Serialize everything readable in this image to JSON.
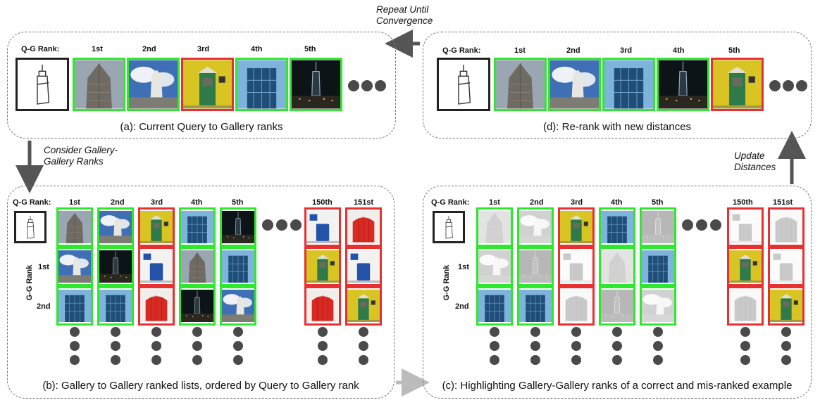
{
  "panel_a": {
    "qg_label": "Q-G Rank:",
    "ranks": [
      "1st",
      "2nd",
      "3rd",
      "4th",
      "5th"
    ],
    "caption": "(a): Current Query to Gallery ranks"
  },
  "panel_d": {
    "qg_label": "Q-G Rank:",
    "ranks": [
      "1st",
      "2nd",
      "3rd",
      "4th",
      "5th"
    ],
    "caption": "(d): Re-rank with new distances"
  },
  "panel_b": {
    "qg_label": "Q-G Rank:",
    "ranks": [
      "1st",
      "2nd",
      "3rd",
      "4th",
      "5th",
      "150th",
      "151st"
    ],
    "gg_label": "G-G Rank",
    "gg_rows": [
      "1st",
      "2nd"
    ],
    "caption": "(b): Gallery to Gallery ranked lists, ordered by Query to Gallery rank"
  },
  "panel_c": {
    "qg_label": "Q-G Rank:",
    "ranks": [
      "1st",
      "2nd",
      "3rd",
      "4th",
      "5th",
      "150th",
      "151st"
    ],
    "gg_label": "G-G Rank",
    "gg_rows": [
      "1st",
      "2nd"
    ],
    "caption": "(c): Highlighting Gallery-Gallery ranks of a correct and mis-ranked example"
  },
  "notes": {
    "repeat": "Repeat Until Convergence",
    "consider": "Consider Gallery-Gallery Ranks",
    "update": "Update Distances"
  },
  "colors": {
    "correct": "#2ee82e",
    "incorrect": "#e83030"
  }
}
